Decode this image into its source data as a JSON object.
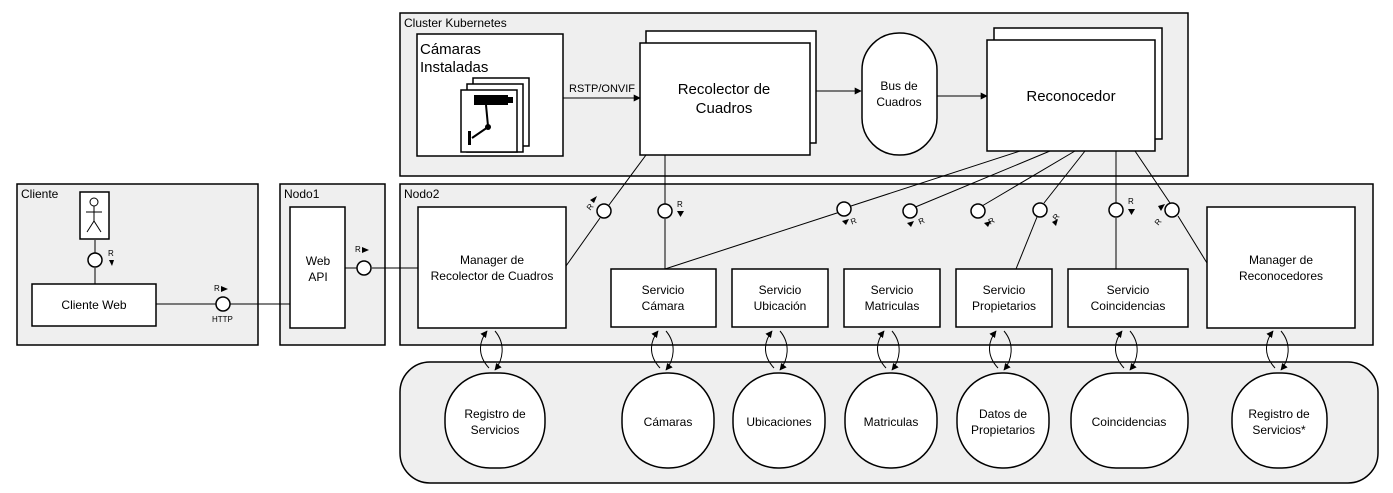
{
  "containers": {
    "cluster": "Cluster Kubernetes",
    "cliente": "Cliente",
    "nodo1": "Nodo1",
    "nodo2": "Nodo2"
  },
  "cameras": [
    "Cámaras",
    "Instaladas"
  ],
  "protocol_label": "RSTP/ONVIF",
  "http_label": "HTTP",
  "interface_letter": "R",
  "nodes": {
    "recolector": [
      "Recolector de",
      "Cuadros"
    ],
    "bus": [
      "Bus de",
      "Cuadros"
    ],
    "reconocedor": "Reconocedor",
    "cliente_web": "Cliente Web",
    "web_api": [
      "Web",
      "API"
    ],
    "manager_recolector": [
      "Manager de",
      "Recolector de Cuadros"
    ],
    "manager_reconocedores": [
      "Manager de",
      "Reconocedores"
    ]
  },
  "services": [
    [
      "Servicio",
      "Cámara"
    ],
    [
      "Servicio",
      "Ubicación"
    ],
    [
      "Servicio",
      "Matriculas"
    ],
    [
      "Servicio",
      "Propietarios"
    ],
    [
      "Servicio",
      "Coincidencias"
    ]
  ],
  "databases": [
    [
      "Registro de",
      "Servicios"
    ],
    [
      "Cámaras"
    ],
    [
      "Ubicaciones"
    ],
    [
      "Matriculas"
    ],
    [
      "Datos de",
      "Propietarios"
    ],
    [
      "Coincidencias"
    ],
    [
      "Registro de",
      "Servicios*"
    ]
  ]
}
